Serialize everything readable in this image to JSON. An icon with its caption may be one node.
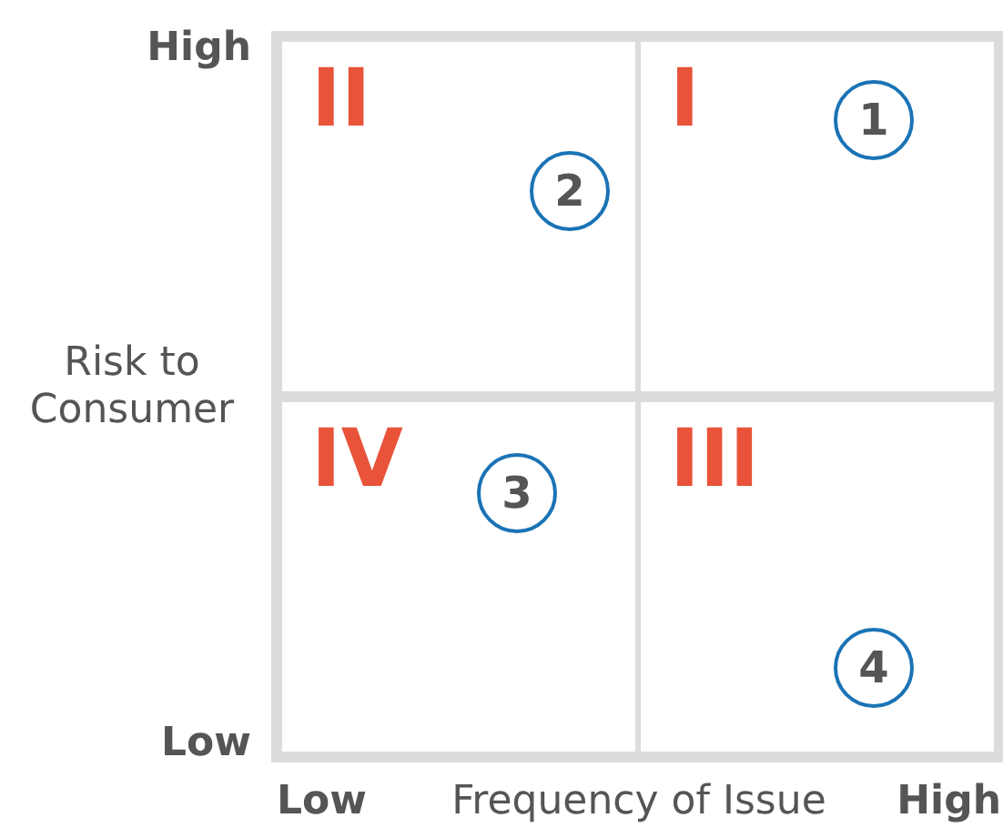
{
  "diagram": {
    "nodes": [
      {
        "text": [
          "II"
        ]
      },
      {
        "text": [
          "2"
        ],
        "in": 0
      },
      {
        "text": [
          "I"
        ]
      },
      {
        "text": [
          "1"
        ],
        "in": 2
      },
      {
        "text": [
          "IV"
        ]
      },
      {
        "text": [
          "3"
        ],
        "in": 4
      },
      {
        "text": [
          "III"
        ]
      },
      {
        "text": [
          "4"
        ],
        "in": 6
      }
    ],
    "edges": [],
    "labels": [
      "High",
      "Risk to Consumer",
      "Low",
      "Low",
      "Frequency of Issue",
      "High"
    ]
  }
}
